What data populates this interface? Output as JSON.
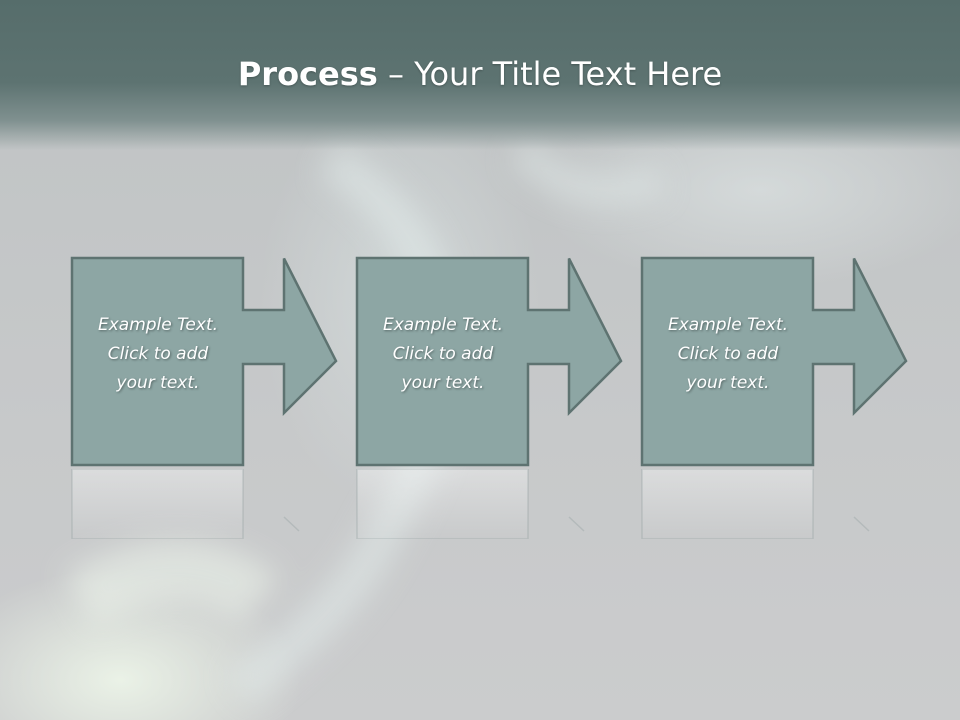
{
  "title": {
    "strong": "Process",
    "rest": " – Your Title Text Here"
  },
  "steps": [
    {
      "lines": [
        "Example Text.",
        "Click  to add",
        "your text."
      ]
    },
    {
      "lines": [
        "Example Text.",
        "Click  to add",
        "your text."
      ]
    },
    {
      "lines": [
        "Example Text.",
        "Click  to add",
        "your text."
      ]
    }
  ],
  "colors": {
    "header": "#566d6b",
    "box_fill": "#8da6a4",
    "box_stroke": "#5e7371",
    "text": "#ffffff"
  }
}
